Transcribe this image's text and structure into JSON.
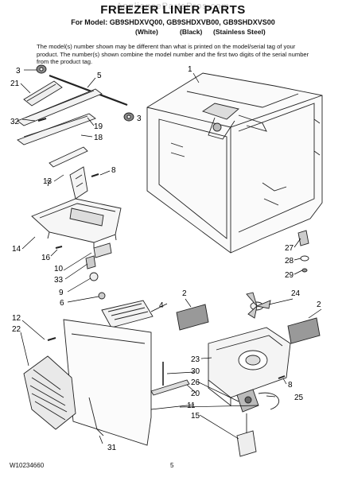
{
  "watermark": "AppliancePartsPros.com",
  "title": "FREEZER LINER PARTS",
  "model_line": "For Model: GB9SHDXVQ00, GB9SHDXVB00, GB9SHDXVS00",
  "finishes": [
    "(White)",
    "(Black)",
    "(Stainless Steel)"
  ],
  "note": "The model(s) number shown may be different than what is printed on the model/serial tag of your product. The number(s) shown combine the model number and the first two digits of the serial number from the product tag.",
  "callouts": [
    "1",
    "2",
    "2",
    "3",
    "4",
    "5",
    "6",
    "7",
    "8",
    "8",
    "9",
    "10",
    "11",
    "12",
    "13",
    "14",
    "15",
    "16",
    "18",
    "19",
    "20",
    "21",
    "22",
    "23",
    "24",
    "25",
    "26",
    "27",
    "28",
    "29",
    "30",
    "31",
    "32",
    "33",
    "3"
  ],
  "footer": {
    "doc_number": "W10234660",
    "page_number": "5"
  }
}
